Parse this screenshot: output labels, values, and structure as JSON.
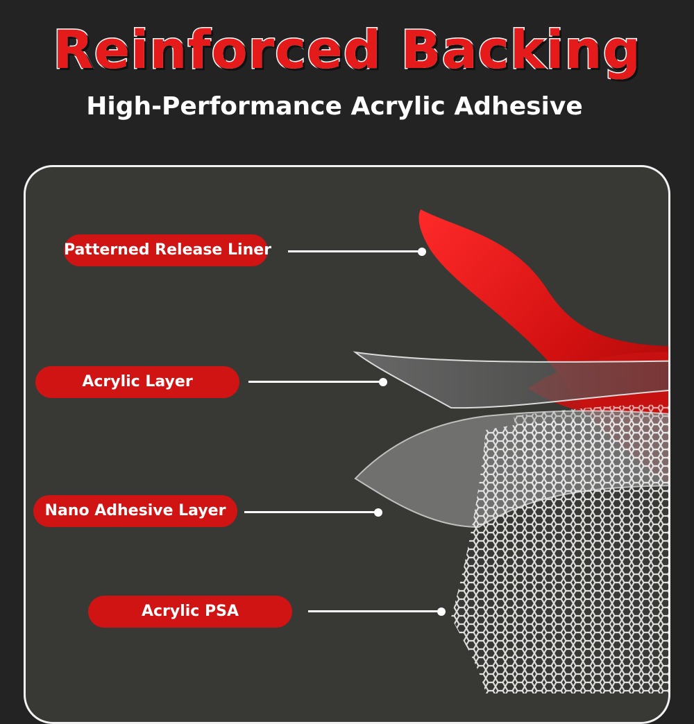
{
  "header": {
    "title": "Reinforced Backing",
    "subtitle": "High-Performance Acrylic Adhesive"
  },
  "layers": [
    {
      "label": "Patterned Release Liner"
    },
    {
      "label": "Acrylic Layer"
    },
    {
      "label": "Nano Adhesive Layer"
    },
    {
      "label": "Acrylic PSA"
    }
  ],
  "colors": {
    "accent": "#d01414",
    "background": "#232323",
    "panel": "#383835"
  }
}
